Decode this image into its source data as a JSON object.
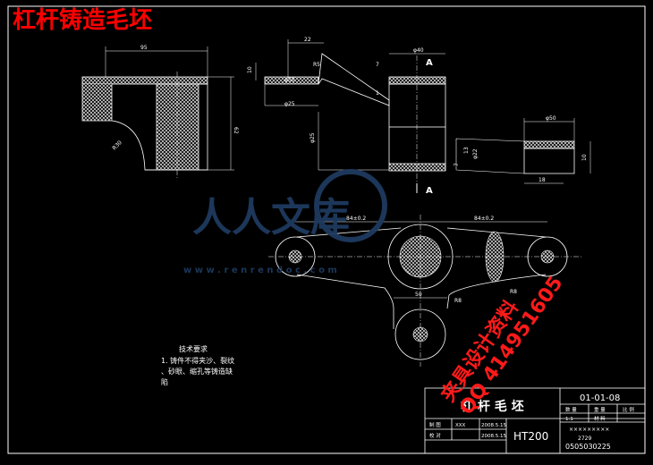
{
  "header": {
    "title": "杠杆铸造毛坯",
    "title_color": "#ff0000"
  },
  "watermark": {
    "logo_text": "人人文库",
    "url_text": "w w w . r e n r e n d o c . c o m",
    "color": "#1e3a5f"
  },
  "stamp": {
    "line1": "夹具设计资料",
    "line2": "QQ 414951605",
    "color": "#ff1a1a"
  },
  "dimensions": {
    "top_left_width": "95",
    "top_left_height": "62",
    "radius_left": "R30",
    "mid_22": "22",
    "mid_10": "10",
    "mid_r5": "R5",
    "mid_phi50": "φ50",
    "mid_phi25": "φ25",
    "mid_7": "7",
    "top_phi40": "φ40",
    "section_a_top": "A",
    "section_a_bottom": "A",
    "mid_1": "1",
    "side_phi50": "φ50",
    "side_13": "13",
    "side_phi22": "φ22",
    "side_7": "7",
    "side_10": "10",
    "side_18": "18",
    "plan_left": "84±0.2",
    "plan_right": "84±0.2",
    "plan_50": "50",
    "plan_r8": "R8",
    "plan_r8b": "R8"
  },
  "notes": {
    "title": "技术要求",
    "line1": "1. 铸件不得夹沙、裂纹",
    "line2": "、砂眼、缩孔等铸造缺",
    "line3": "陷"
  },
  "title_block": {
    "part_name": "杠 杆 毛 坯",
    "drawing_no": "01-01-08",
    "material": "HT200",
    "row1_left": "制 图",
    "row1_name": "XXX",
    "row1_date": "2008.5.15",
    "row2_left": "校 对",
    "row2_date": "2008.5.15",
    "small_headers": [
      "数 量",
      "重 量",
      "比 例"
    ],
    "small_values": [
      "1:1",
      "材 料"
    ],
    "school_line": "×××××××××",
    "class_line": "0505030225",
    "code": "2729",
    "border_color": "#ffffff"
  }
}
